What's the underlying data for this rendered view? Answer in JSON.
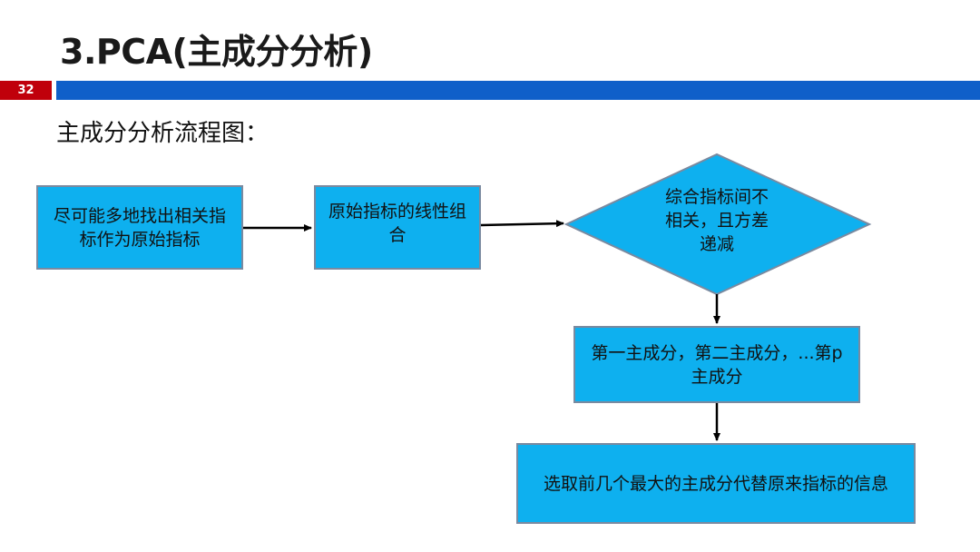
{
  "slide": {
    "title": "3.PCA(主成分分析)",
    "page_number": "32",
    "subtitle": "主成分分析流程图："
  },
  "flowchart": {
    "nodes": [
      {
        "id": "collect",
        "shape": "rectangle",
        "text": "尽可能多地找出相关指标作为原始指标"
      },
      {
        "id": "combine",
        "shape": "rectangle",
        "text": "原始指标的线性组合"
      },
      {
        "id": "condition",
        "shape": "diamond",
        "text": "综合指标间不相关，且方差递减"
      },
      {
        "id": "components",
        "shape": "rectangle",
        "text": "第一主成分，第二主成分，...第p主成分"
      },
      {
        "id": "replace",
        "shape": "rectangle",
        "text": "选取前几个最大的主成分代替原来指标的信息"
      }
    ],
    "edges": [
      {
        "from": "collect",
        "to": "combine"
      },
      {
        "from": "combine",
        "to": "condition"
      },
      {
        "from": "condition",
        "to": "components"
      },
      {
        "from": "components",
        "to": "replace"
      }
    ],
    "colors": {
      "node_fill": "#0eb0ef",
      "node_border": "#7a8aa0",
      "arrow": "#000000",
      "title_bar": "#0f5fc9",
      "page_badge": "#c0000b"
    }
  }
}
